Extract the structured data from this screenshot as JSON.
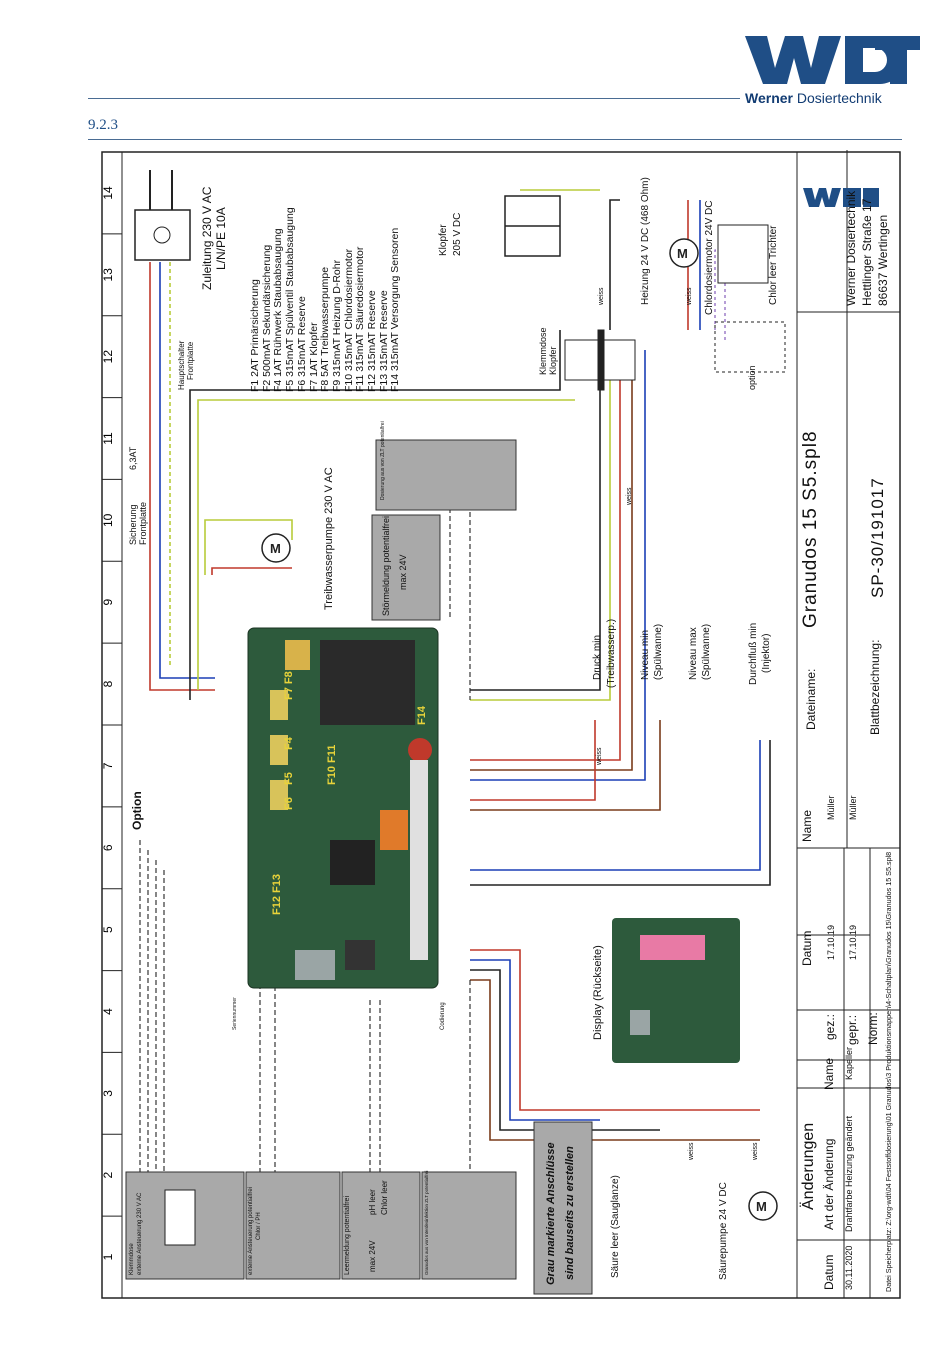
{
  "header": {
    "brand_bold": "Werner",
    "brand_rest": " Dosiertechnik",
    "section": "9.2.3"
  },
  "colors": {
    "brand_blue": "#1f4e86",
    "pcb_green": "#2d5a3c",
    "wire_red": "#c0392b",
    "wire_blue": "#1b3fb5",
    "wire_yellowgreen": "#b8cc3a",
    "wire_brown": "#7a3b1b",
    "grey_box": "#9a9a9a"
  },
  "grid_columns": [
    "14",
    "13",
    "12",
    "11",
    "10",
    "9",
    "8",
    "7",
    "6",
    "5",
    "4",
    "3",
    "2",
    "1"
  ],
  "fuses": [
    "F1   2AT Primärsicherung",
    "F2   500mAT Sekundärsicherung",
    "F4   1AT Rührwerk Staubabsaugung",
    "F5   315mAT Spülventil Staubabsaugung",
    "F6   315mAT Reserve",
    "F7   1AT Klopfer",
    "F8   5AT Treibwasserpumpe",
    "F9   315mAT Heizung D-Rohr",
    "F10 315mAT Chlordosiermotor",
    "F11 315mAT Säuredosiermotor",
    "F12 315mAT Reserve",
    "F13 315mAT Reserve",
    "F14 315mAT Versorgung Sensoren"
  ],
  "labels": {
    "zuleitung": "Zuleitung 230 V AC",
    "lnpe": "L/N/PE 10A",
    "hauptschalter": "Hauptschalter",
    "frontplatte": "Frontplatte",
    "sicherung": "Sicherung",
    "frontplatte2": "Frontplatte",
    "fuse63": "6,3AT",
    "treibwasserpumpe": "Treibwasserpumpe 230 V AC",
    "stoermeldung": "Störmeldung potentialfrei",
    "max24v": "max 24V",
    "dosierung_aus": "Dosierung aus von ZLT potentialfrei",
    "klopfer": "Klopfer",
    "klopfer_v": "205 V DC",
    "klemmdose": "Klemmdose",
    "klemmdose_klopfer": "Klopfer",
    "heizung": "Heizung  24 V DC (468 Ohm)",
    "chlordosiermotor": "Chlordosiermotor 24V DC",
    "chlor_leer": "Chlor leer Trichter",
    "option": "option",
    "weiss": "weiss",
    "druck_min": "Druck min",
    "treibwasserp": "(Treibwasserp.)",
    "niveau_min": "Niveau min",
    "spuelwanne": "(Spülwanne)",
    "niveau_max": "Niveau max",
    "spuelwanne2": "(Spülwanne)",
    "durchfluss": "Durchfluß min",
    "injektor": "(Injektor)",
    "display": "Display (Rückseite)",
    "saeure_leer": "Säure leer (Sauglanze)",
    "saeurepumpe": "Säurepumpe 24 V DC",
    "grau1": "Grau markierte Anschlüsse",
    "grau2": "sind bauseits zu erstellen",
    "leermeldung": "Leermeldung potentialfrei",
    "ph_leer": "pH leer",
    "chlor_leer2": "Chlor leer",
    "max24v2": "max 24V",
    "chlor_ph": "Chlor / PH",
    "extern_ansteuerung": "externe Ansteuerung potentialfrei",
    "klemmdose2": "Klemmdose",
    "extern_230": "externe Ansteuerung 230 V AC",
    "granudos_aus": "Granudos aus von Interdesinfektion ZLT potentialfrei",
    "option2": "Option",
    "codierung": "Codierung",
    "seriennummer": "Seriennummer"
  },
  "title_block": {
    "company": "Werner Dosiertechnik",
    "street": "Hettlinger Straße 17",
    "city": "86637 Wertingen",
    "dateiname_label": "Dateiname:",
    "dateiname": "Granudos 15 S5.spl8",
    "blattbezeichnung_label": "Blattbezeichnung:",
    "blattbezeichnung": "SP-30/191017",
    "datum_h": "Datum",
    "name_h": "Name",
    "gez": "gez.:",
    "gepr": "gepr.:",
    "norm": "Norm:",
    "gez_datum": "17.10.19",
    "gez_name": "Müller",
    "gepr_datum": "17.10.19",
    "gepr_name": "Müller",
    "aenderungen": "Änderungen",
    "datum_col": "Datum",
    "art_col": "Art der Änderung",
    "name_col": "Name",
    "change_date": "30.11.2020",
    "change_text": "Drahtfarbe Heizung geändert",
    "change_name": "Kapeller",
    "speicherplatz": "Datei Speicherplatz:  Z:\\org-wdt\\04 Feststoffdosierung\\01 Granudos\\3 Produktionsmappen\\4-Schaltplan\\Granudos 15\\Granudos 15 S5.spl8"
  }
}
